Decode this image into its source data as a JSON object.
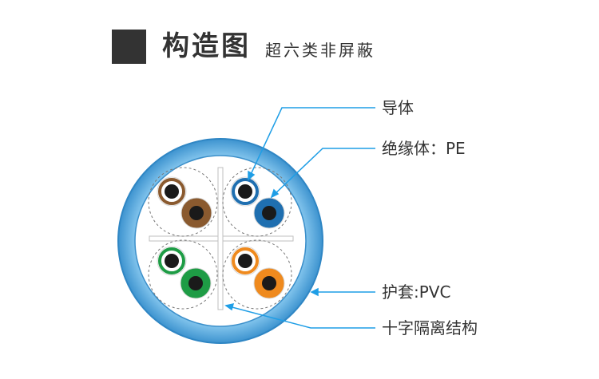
{
  "header": {
    "title": "构造图",
    "subtitle": "超六类非屏蔽"
  },
  "labels": {
    "conductor": "导体",
    "insulation": "绝缘体：PE",
    "jacket": "护套:PVC",
    "separator": "十字隔离结构"
  },
  "colors": {
    "jacket": "#5aaee3",
    "jacket_fill": "#ffffff",
    "leader": "#1f9ee6",
    "pair_brown": "#8a5a2f",
    "pair_blue": "#1f6fb0",
    "pair_green": "#1e9c45",
    "pair_orange": "#ef8a1e",
    "conductor": "#1a1a1a"
  }
}
